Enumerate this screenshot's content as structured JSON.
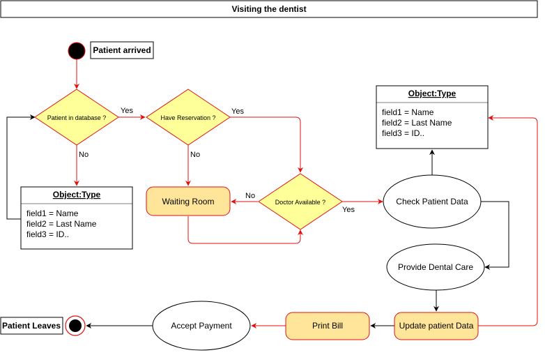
{
  "title": "Visiting the dentist",
  "colors": {
    "red": "#e01010",
    "yellow": "#ffff99",
    "activity_fill": "#ffe599",
    "black": "#000000",
    "white": "#ffffff"
  },
  "nodes": {
    "patient_arrived": "Patient arrived",
    "patient_in_db": "Patient in database ?",
    "have_reservation": "Have Reservation ?",
    "doctor_available": "Doctor Available ?",
    "waiting_room": "Waiting Room",
    "check_patient_data": "Check Patient Data",
    "provide_dental_care": "Provide Dental Care",
    "update_patient_data": "Update patient Data",
    "print_bill": "Print Bill",
    "accept_payment": "Accept Payment",
    "patient_leaves": "Patient Leaves"
  },
  "objects": {
    "left": {
      "header": "Object:Type",
      "fields": [
        "field1 = Name",
        "field2 = Last Name",
        "field3 = ID.."
      ]
    },
    "right": {
      "header": "Object:Type",
      "fields": [
        "field1 = Name",
        "field2 = Last Name",
        "field3 = ID.."
      ]
    }
  },
  "edge_labels": {
    "db_yes": "Yes",
    "db_no": "No",
    "res_yes": "Yes",
    "res_no": "No",
    "doc_no": "No",
    "doc_yes": "Yes"
  }
}
